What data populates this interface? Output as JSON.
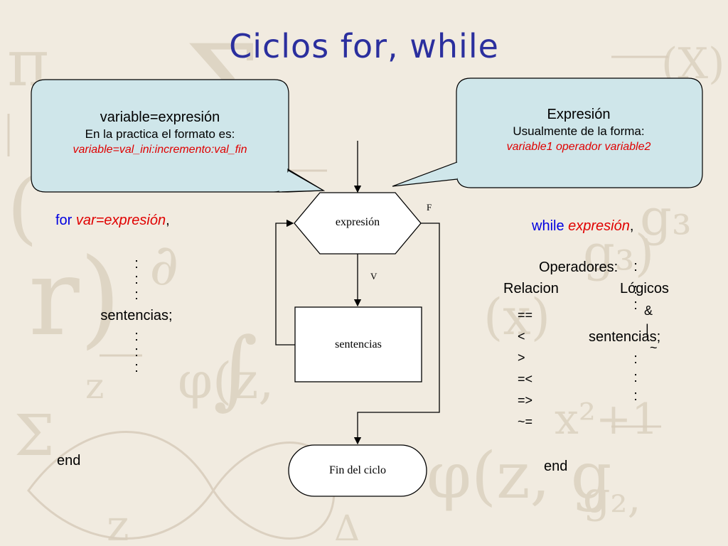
{
  "slide": {
    "title": "Ciclos for, while"
  },
  "callout_left": {
    "line1": "variable=expresión",
    "line2": "En la practica el formato es:",
    "line3": "variable=val_ini:incremento:val_fin"
  },
  "callout_right": {
    "line1": "Expresión",
    "line2": "Usualmente de la forma:",
    "line3": "variable1 operador variable2"
  },
  "for_loop": {
    "keyword": "for",
    "expression": "var=expresión",
    "comma": ",",
    "dots_top": [
      ":",
      ":",
      ":"
    ],
    "body": "sentencias;",
    "dots_bottom": [
      ":",
      ":",
      ":"
    ],
    "end": "end"
  },
  "while_loop": {
    "keyword": "while",
    "expression": "expresión",
    "comma": ",",
    "operators_title": "Operadores:",
    "relational_header": "Relacion",
    "relational_ops": [
      "==",
      "<",
      ">",
      "=<",
      "=>",
      "~="
    ],
    "logical_header": "Lógicos",
    "logical_ops": [
      "&",
      "|",
      "~"
    ],
    "dots_top": [
      ":",
      ":",
      ":"
    ],
    "body": "sentencias;",
    "dots_bottom": [
      ":",
      ":",
      ":"
    ],
    "end": "end"
  },
  "flowchart": {
    "condition": "expresión",
    "body": "sentencias",
    "finish": "Fin del ciclo",
    "true_label": "V",
    "false_label": "F"
  },
  "colors": {
    "title": "#2b2f9e",
    "callout_fill": "#cfe6ea",
    "keyword": "#0000e0",
    "highlight": "#e00000"
  }
}
